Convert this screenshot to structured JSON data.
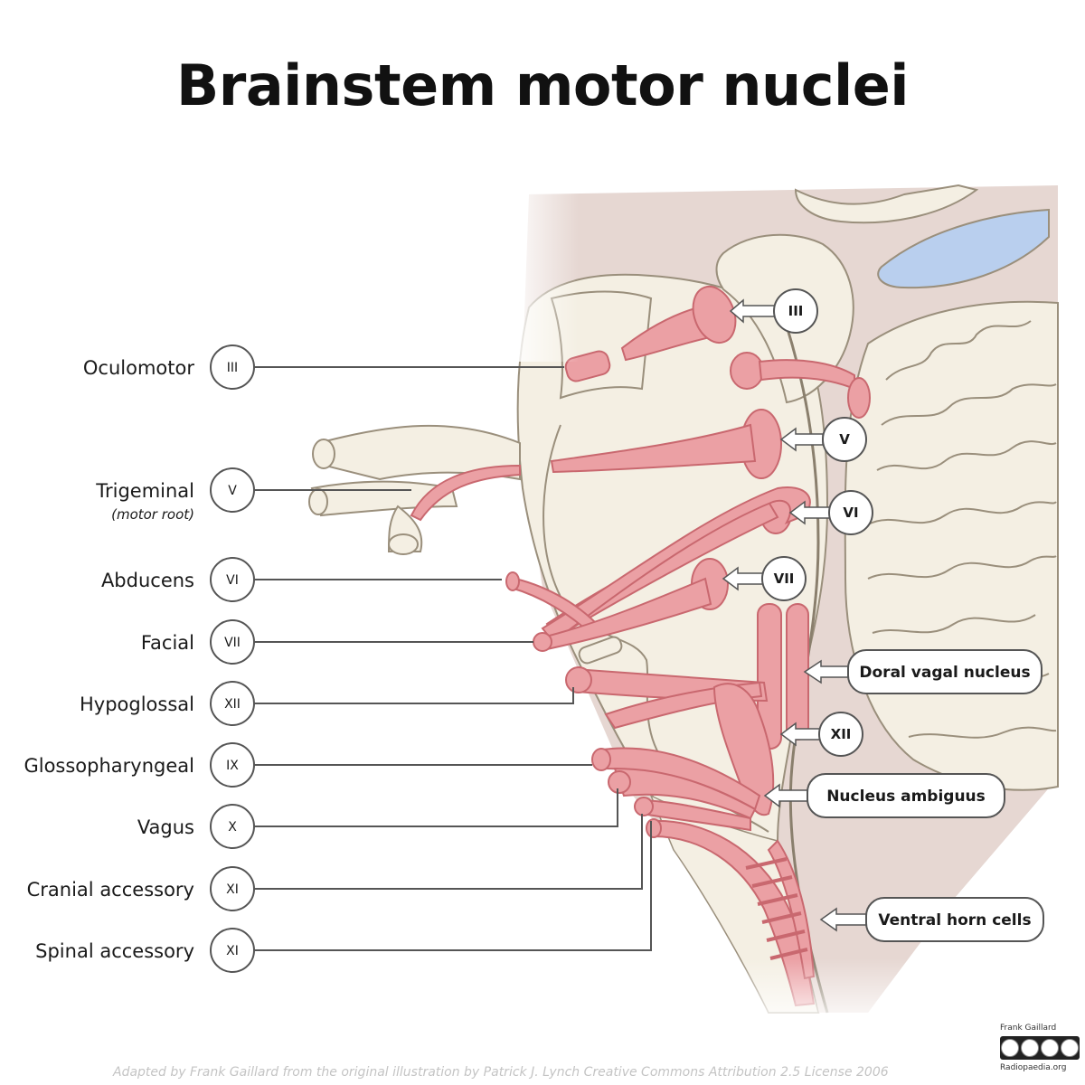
{
  "title": "Brainstem motor nuclei",
  "left_labels": [
    {
      "name": "Oculomotor",
      "numeral": "III"
    },
    {
      "name": "Trigeminal",
      "sub": "(motor root)",
      "numeral": "V"
    },
    {
      "name": "Abducens",
      "numeral": "VI"
    },
    {
      "name": "Facial",
      "numeral": "VII"
    },
    {
      "name": "Hypoglossal",
      "numeral": "XII"
    },
    {
      "name": "Glossopharyngeal",
      "numeral": "IX"
    },
    {
      "name": "Vagus",
      "numeral": "X"
    },
    {
      "name": "Cranial accessory",
      "numeral": "XI"
    },
    {
      "name": "Spinal accessory",
      "numeral": "XI"
    }
  ],
  "right_labels": {
    "iii": "III",
    "v": "V",
    "vi": "VI",
    "vii": "VII",
    "dorsal_vagal": "Doral vagal nucleus",
    "xii": "XII",
    "ambiguus": "Nucleus ambiguus",
    "ventral_horn": "Ventral horn cells"
  },
  "credit": "Adapted by Frank Gaillard from the original illustration by Patrick J. Lynch Creative Commons Attribution 2.5 License 2006",
  "author": "Frank Gaillard",
  "site": "Radiopaedia.org",
  "colors": {
    "nucleus": "#eba0a4",
    "nucleus_outline": "#c9686f",
    "tissue": "#f4efe3",
    "tissue_outline": "#9a8f7c",
    "background_tissue": "#e4d6d1",
    "ventricle": "#b9cfee",
    "line": "#555555"
  }
}
